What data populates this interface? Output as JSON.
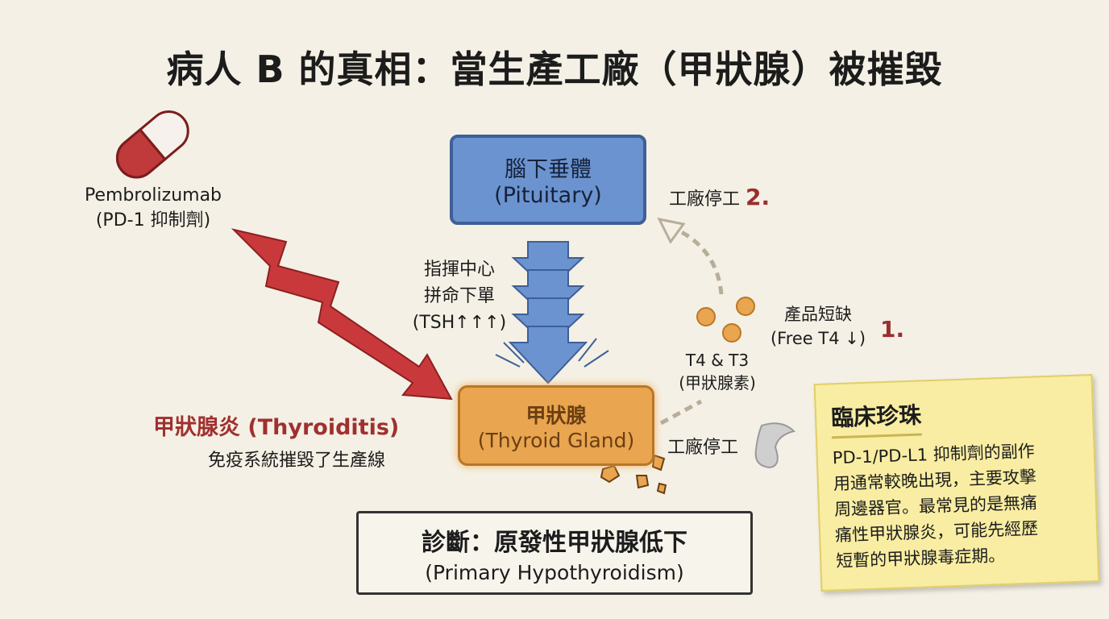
{
  "title": "病人 B 的真相：當生產工廠（甲狀腺）被摧毀",
  "drug": {
    "name": "Pembrolizumab",
    "class": "(PD-1 抑制劑)"
  },
  "pituitary": {
    "zh": "腦下垂體",
    "en": "(Pituitary)"
  },
  "command": {
    "line1": "指揮中心",
    "line2": "拼命下單",
    "line3": "(TSH↑↑↑)"
  },
  "factory_stop_top": {
    "label": "工廠停工",
    "num": "2."
  },
  "shortage": {
    "line1": "產品短缺",
    "line2": "(Free T4 ↓)",
    "num": "1."
  },
  "hormones": {
    "line1": "T4 & T3",
    "line2": "(甲狀腺素)"
  },
  "thyroid": {
    "zh": "甲狀腺",
    "en": "(Thyroid Gland)"
  },
  "factory_stop_bottom": "工廠停工",
  "thyroiditis": {
    "title": "甲狀腺炎 (Thyroiditis)",
    "desc": "免疫系統摧毀了生產線"
  },
  "diagnosis": {
    "zh": "診斷：原發性甲狀腺低下",
    "en": "(Primary Hypothyroidism)"
  },
  "pearl": {
    "title": "臨床珍珠",
    "lines": [
      "PD-1/PD-L1 抑制劑的副作",
      "用通常較晚出現，主要攻擊",
      "周邊器官。最常見的是無痛",
      "痛性甲狀腺炎，可能先經歷",
      "短暫的甲狀腺毒症期。"
    ]
  },
  "colors": {
    "pituitary": "#6b93cf",
    "thyroid": "#e9a54f",
    "red": "#c0393b",
    "note": "#f8eda2"
  }
}
